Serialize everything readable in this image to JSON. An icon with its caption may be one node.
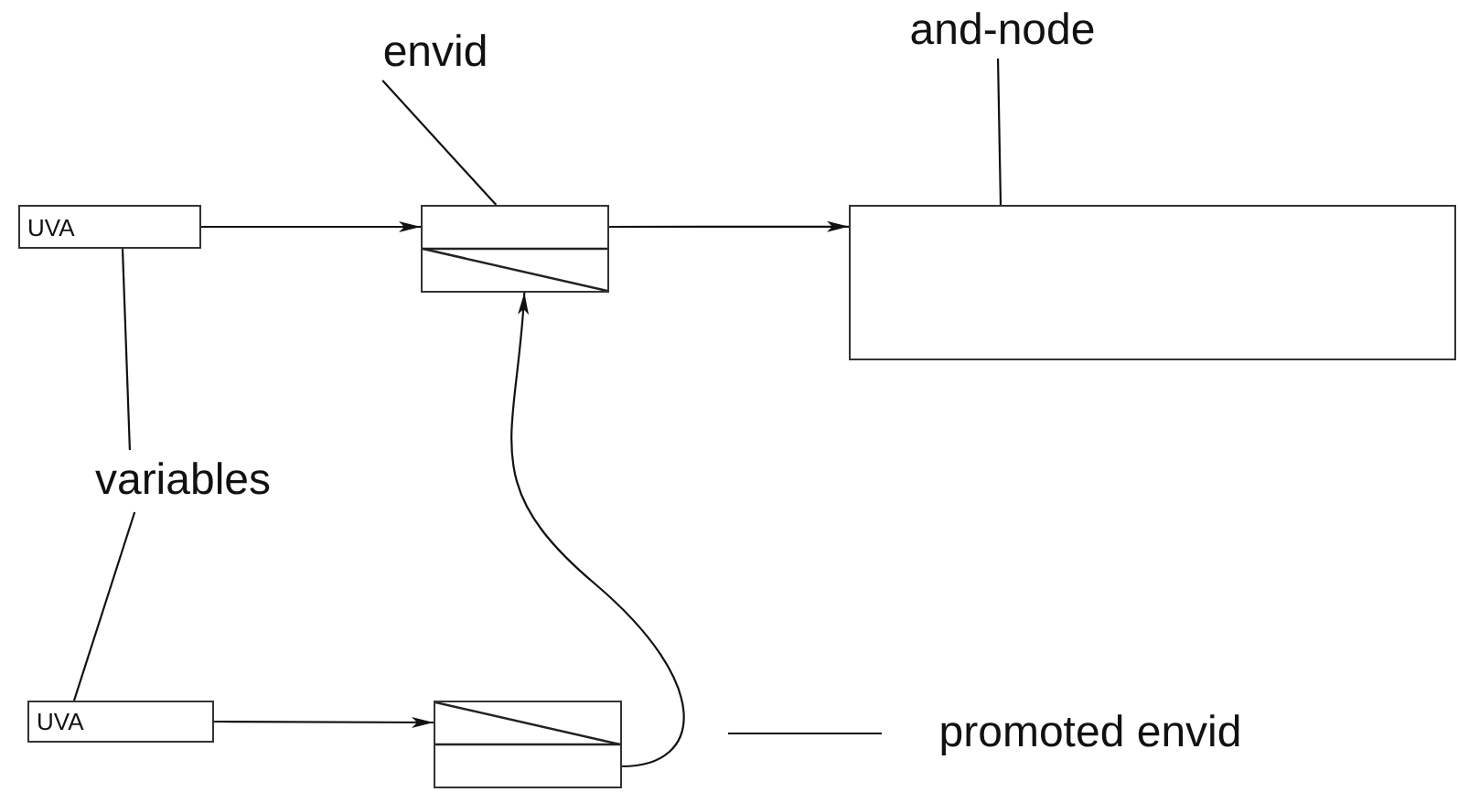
{
  "diagram": {
    "nodes": [
      {
        "text": [
          "UVA"
        ]
      },
      {
        "text": [],
        "shape": "box"
      },
      {
        "text": [],
        "shape": "box"
      },
      {
        "text": [
          "envid"
        ]
      },
      {
        "text": [
          "and-node"
        ]
      },
      {
        "text": [
          "variables"
        ]
      },
      {
        "text": [
          "UVA"
        ]
      },
      {
        "text": [],
        "shape": "box"
      },
      {
        "text": [
          "promoted envid"
        ]
      }
    ],
    "edges": [
      {
        "from": 0,
        "to": 1,
        "arrow": "to"
      },
      {
        "from": 1,
        "to": 2,
        "arrow": "to"
      },
      {
        "from": 6,
        "to": 7,
        "arrow": "to"
      },
      {
        "from": 7,
        "to": 1,
        "arrow": "to"
      },
      {
        "from": 3,
        "to": 1,
        "arrow": "none"
      },
      {
        "from": 4,
        "to": 2,
        "arrow": "none"
      },
      {
        "from": 5,
        "to": 0,
        "arrow": "none"
      },
      {
        "from": 5,
        "to": 6,
        "arrow": "none"
      },
      {
        "from": 8,
        "to": null,
        "arrow": "none"
      }
    ]
  }
}
